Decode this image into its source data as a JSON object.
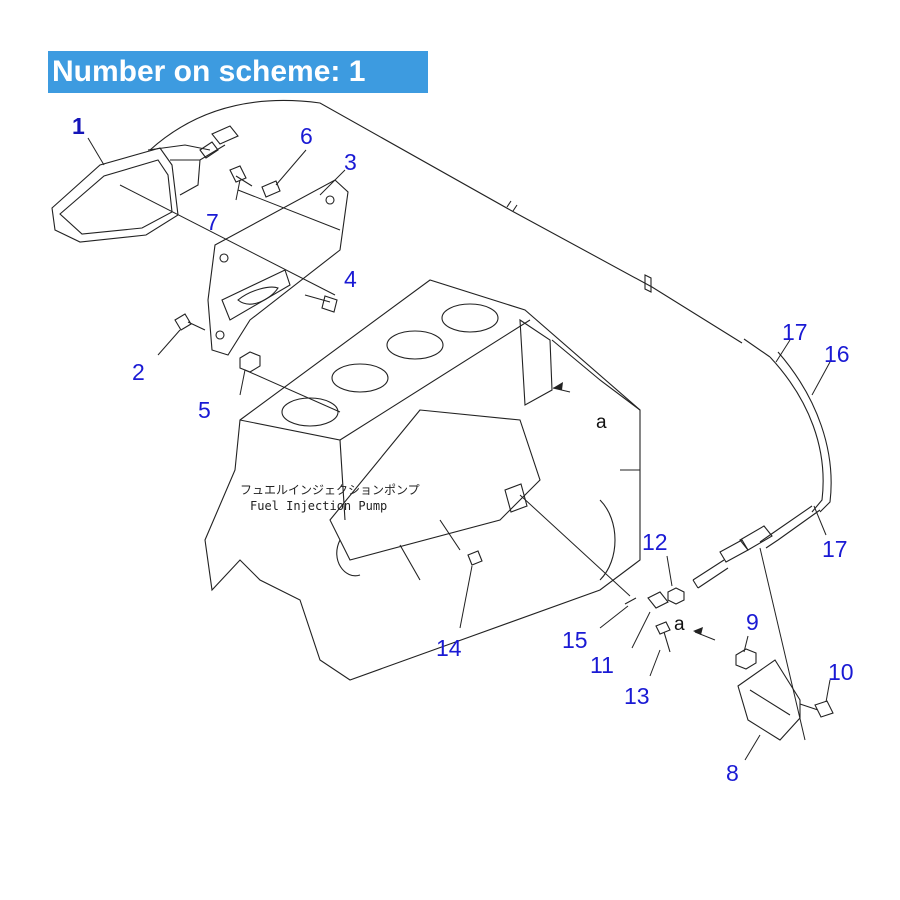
{
  "header": {
    "title": "Number on scheme: 1"
  },
  "pump_caption": {
    "japanese": "フュエルインジェクションポンプ",
    "english": "Fuel Injection Pump"
  },
  "view_markers": [
    "a",
    "a"
  ],
  "parts": [
    {
      "number": "1",
      "highlighted": true
    },
    {
      "number": "2"
    },
    {
      "number": "3"
    },
    {
      "number": "4"
    },
    {
      "number": "5"
    },
    {
      "number": "6"
    },
    {
      "number": "7"
    },
    {
      "number": "8"
    },
    {
      "number": "9"
    },
    {
      "number": "10"
    },
    {
      "number": "11"
    },
    {
      "number": "12"
    },
    {
      "number": "13"
    },
    {
      "number": "14"
    },
    {
      "number": "15"
    },
    {
      "number": "16"
    },
    {
      "number": "17"
    },
    {
      "number": "17"
    }
  ],
  "colors": {
    "banner": "#3d9be0",
    "label": "#1a1ad4",
    "line": "#222222"
  }
}
